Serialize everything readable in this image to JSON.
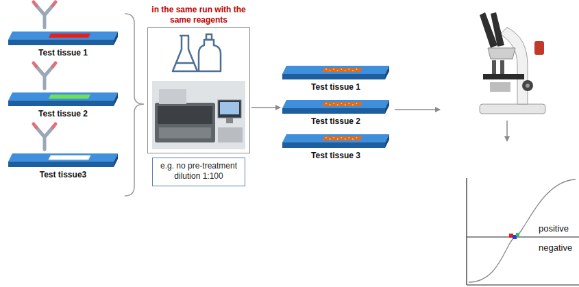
{
  "diagram": {
    "nodes": [
      {
        "text": [
          "Test tissue 1"
        ]
      },
      {
        "text": [
          "Test tissue 2"
        ]
      },
      {
        "text": [
          "Test tissue3"
        ]
      },
      {
        "text": [
          "in the same run with the same reagents"
        ]
      },
      {
        "text": [
          "e.g. no pre-treatment dilution 1:100"
        ]
      },
      {
        "text": [
          "Test tissue 1"
        ]
      },
      {
        "text": [
          "Test tissue 2"
        ]
      },
      {
        "text": [
          "Test tissue 3"
        ]
      }
    ],
    "edges": [
      {
        "from": 3,
        "to": 6,
        "arrow": "to"
      }
    ],
    "labels": [
      "positive",
      "negative"
    ]
  }
}
